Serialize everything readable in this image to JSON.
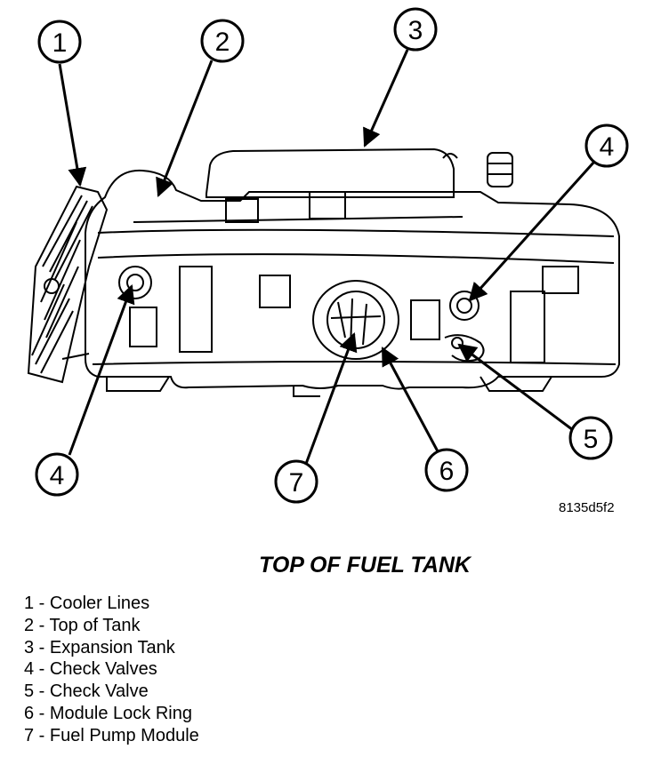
{
  "figure_id": "8135d5f2",
  "title": "TOP OF FUEL TANK",
  "callouts": [
    {
      "number": "1"
    },
    {
      "number": "2"
    },
    {
      "number": "3"
    },
    {
      "number": "4"
    },
    {
      "number": "5"
    },
    {
      "number": "4"
    },
    {
      "number": "6"
    },
    {
      "number": "7"
    }
  ],
  "legend": [
    {
      "text": "1 - Cooler Lines"
    },
    {
      "text": "2 - Top of Tank"
    },
    {
      "text": "3 - Expansion Tank"
    },
    {
      "text": "4 - Check Valves"
    },
    {
      "text": "5 - Check Valve"
    },
    {
      "text": "6 - Module Lock Ring"
    },
    {
      "text": "7 - Fuel Pump Module"
    }
  ]
}
